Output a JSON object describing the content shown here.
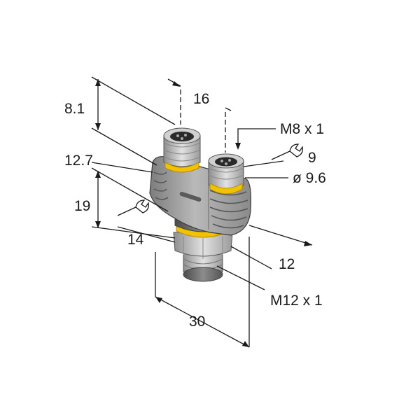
{
  "dimensions": {
    "top_height": "8.1",
    "top_width": "16",
    "m8_thread": "M8 x 1",
    "m8_wrench": "9",
    "m8_diameter": "ø 9.6",
    "body_offset": "12.7",
    "body_height": "19",
    "m12_wrench": "14",
    "depth": "12",
    "m12_thread": "M12 x 1",
    "total_width": "30"
  },
  "colors": {
    "body_grey": "#9a9a9a",
    "ring_yellow": "#f2c200",
    "metal": "#c8c8c8"
  }
}
